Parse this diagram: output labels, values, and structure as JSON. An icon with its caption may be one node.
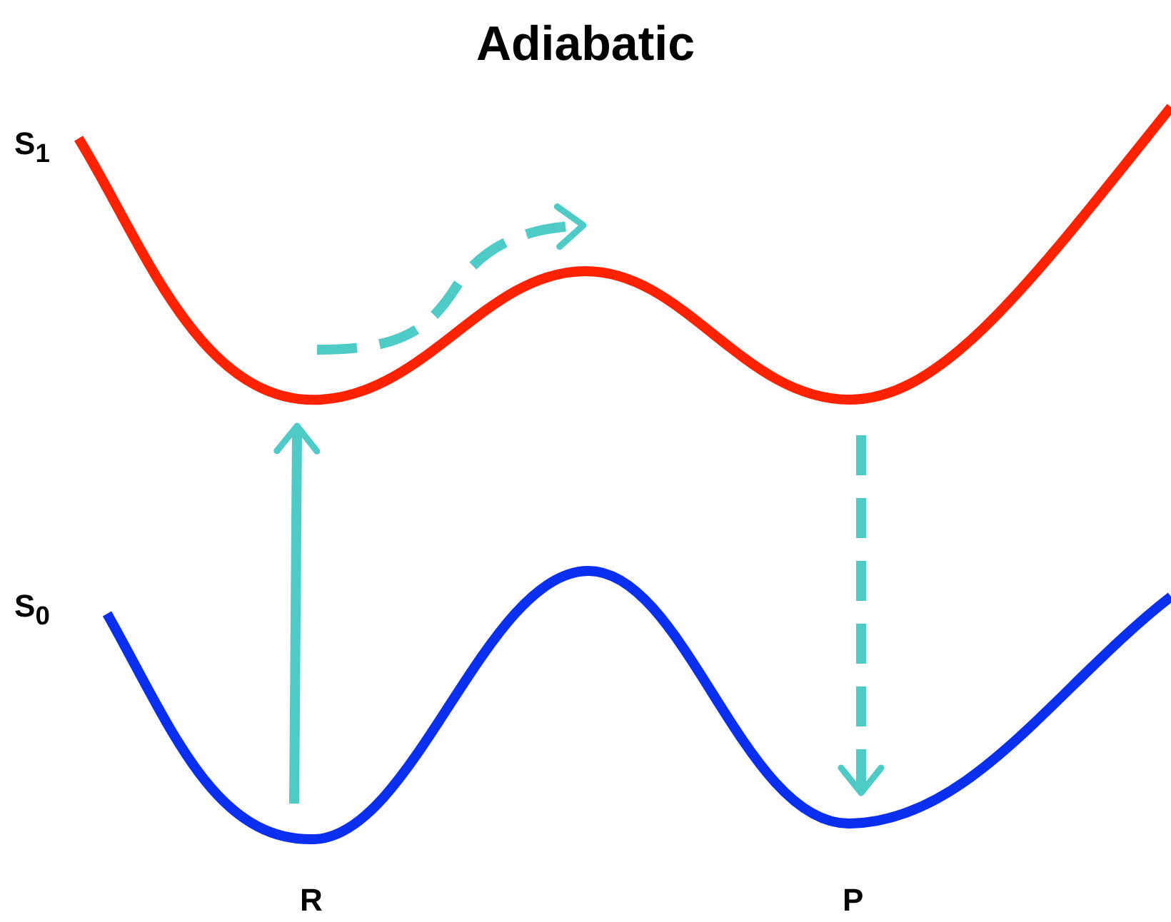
{
  "diagram": {
    "title": "Adiabatic",
    "nodes": [
      {
        "text": [
          "S$_{1}$"
        ]
      },
      {
        "text": [
          "S$_{0}$"
        ]
      }
    ],
    "edges": [
      {
        "from": 1,
        "to": 0,
        "arrow": "to"
      },
      {
        "from": 0,
        "to": 1,
        "arrow": "to",
        "style": "dashed"
      }
    ],
    "labels": [
      "R",
      "P"
    ]
  }
}
